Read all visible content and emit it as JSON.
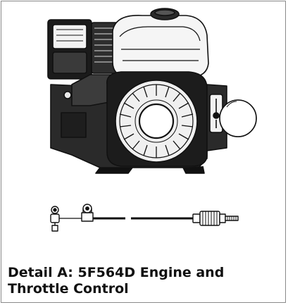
{
  "figure": {
    "caption_line1": "Detail A: 5F564D Engine and",
    "caption_line2": "Throttle Control",
    "border_color": "#8a8a8a",
    "ink_color": "#111111"
  },
  "illustrations": {
    "engine": "engine-illustration",
    "throttle": "throttle-cable-illustration"
  }
}
